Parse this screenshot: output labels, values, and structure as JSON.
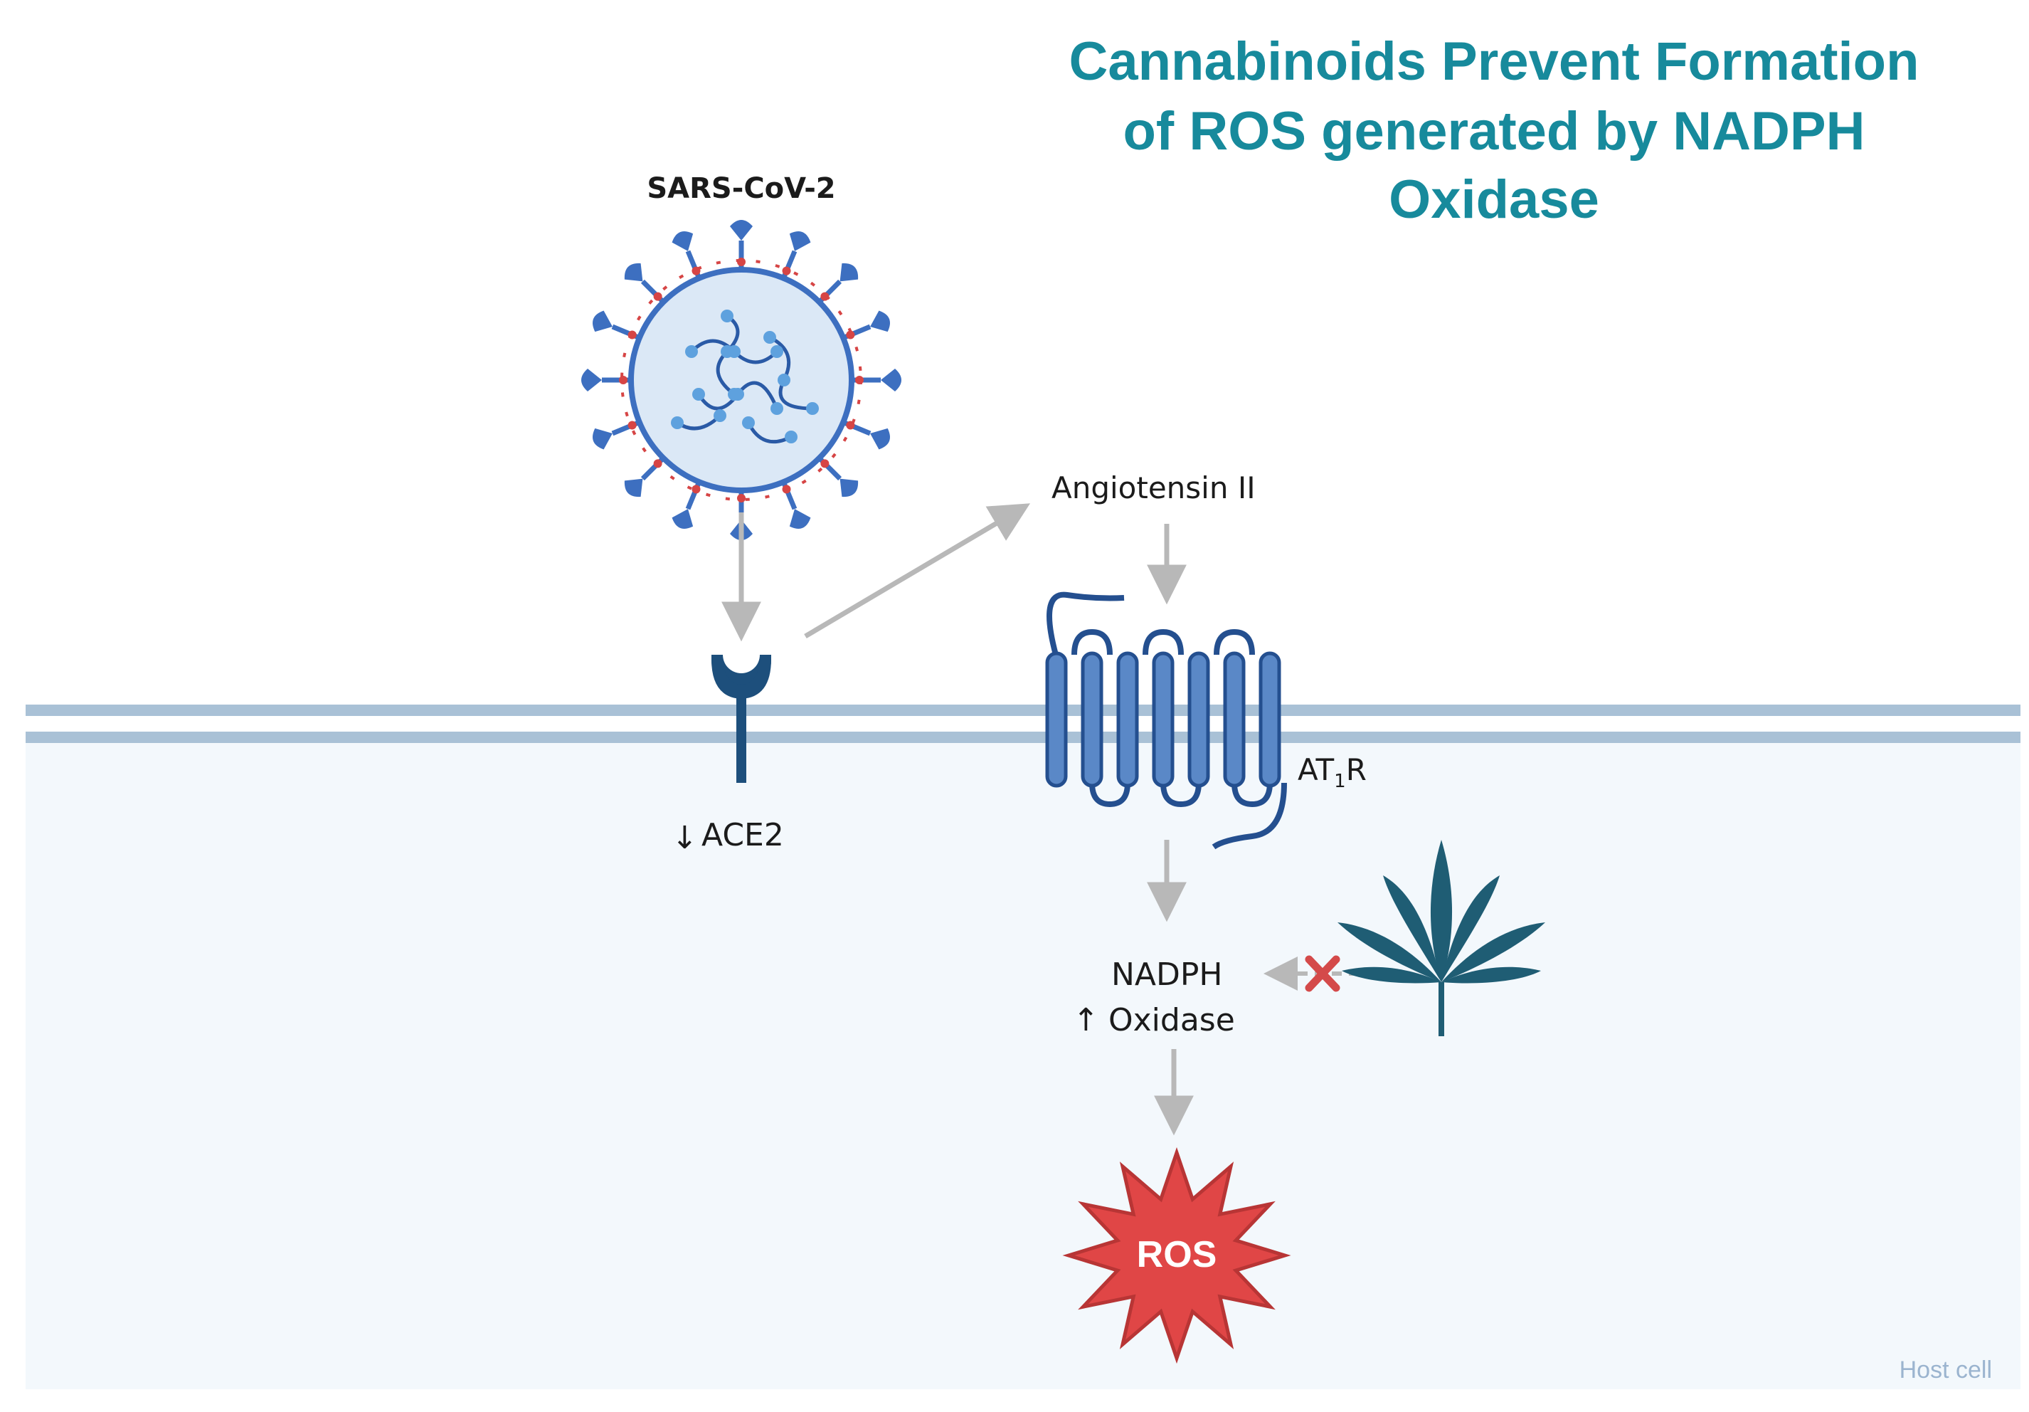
{
  "title": {
    "line1": "Cannabinoids Prevent Formation",
    "line2": "of ROS generated by NADPH",
    "line3": "Oxidase"
  },
  "labels": {
    "virus": "SARS-CoV-2",
    "angiotensin": "Angiotensin II",
    "ace2": "ACE2",
    "ace2_arrow": "↓",
    "at1r_main": "AT",
    "at1r_sub": "1",
    "at1r_end": "R",
    "nadph_line1": "NADPH",
    "nadph_line2": "Oxidase",
    "nadph_arrow": "↑",
    "ros": "ROS",
    "host_cell": "Host cell"
  },
  "colors": {
    "title": "#178a9c",
    "membrane": "#a9c1d6",
    "cell_interior": "#f3f8fc",
    "receptor": "#1d4f7c",
    "gpcr_fill": "#5a88c7",
    "gpcr_stroke": "#244f8f",
    "arrow": "#b8b8b8",
    "inhibit_x": "#d44a4a",
    "cannabis_leaf": "#1f5d74",
    "ros_star": "#e04646",
    "virus_spike": "#3d6fc0",
    "virus_envelope_red": "#d64545",
    "host_text": "#9bb4cf"
  },
  "icons": [
    "virus-icon",
    "ace2-receptor-icon",
    "gpcr-receptor-icon",
    "cannabis-leaf-icon",
    "ros-burst-icon",
    "inhibition-x-icon"
  ]
}
